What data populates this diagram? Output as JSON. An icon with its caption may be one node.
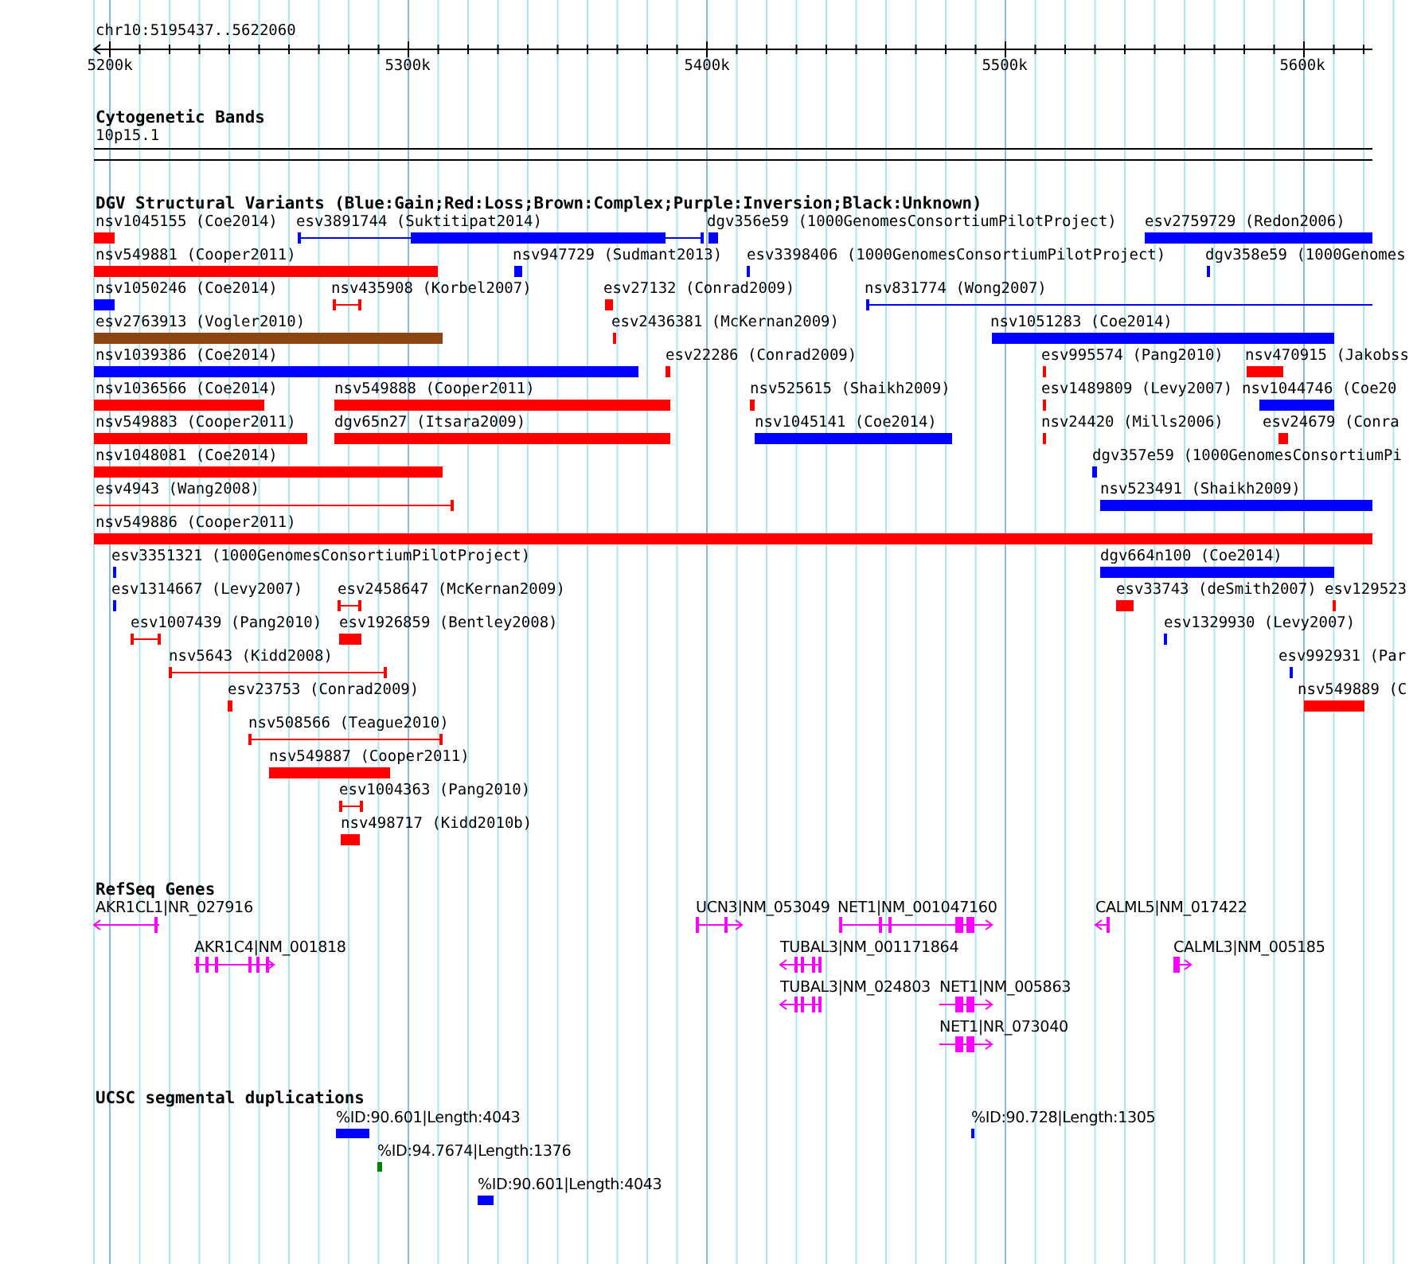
{
  "diagram": {
    "labels": [
      "chr10:5195437..5622060",
      "5200k",
      "5300k",
      "5400k",
      "5500k",
      "5600k",
      "Cytogenetic Bands",
      "10p15.1",
      "DGV Structural Variants (Blue:Gain;Red:Loss;Brown:Complex;Purple:Inversion;Black:Unknown)",
      "nsv1045155 (Coe2014)",
      "esv3891744 (Suktitipat2014)",
      "dgv356e59 (1000GenomesConsortiumPilotProject)",
      "esv2759729 (Redon2006)",
      "nsv549881 (Cooper2011)",
      "nsv947729 (Sudmant2013)",
      "esv3398406 (1000GenomesConsortiumPilotProject)",
      "dgv358e59 (1000Genomes",
      "nsv1050246 (Coe2014)",
      "nsv435908 (Korbel2007)",
      "esv27132 (Conrad2009)",
      "nsv831774 (Wong2007)",
      "esv2763913 (Vogler2010)",
      "esv2436381 (McKernan2009)",
      "nsv1051283 (Coe2014)",
      "nsv1039386 (Coe2014)",
      "esv22286 (Conrad2009)",
      "esv995574 (Pang2010)",
      "nsv470915 (Jakobss",
      "nsv1036566 (Coe2014)",
      "nsv549888 (Cooper2011)",
      "nsv525615 (Shaikh2009)",
      "esv1489809 (Levy2007)",
      "nsv1044746 (Coe20",
      "nsv549883 (Cooper2011)",
      "dgv65n27 (Itsara2009)",
      "nsv1045141 (Coe2014)",
      "nsv24420 (Mills2006)",
      "esv24679 (Conra",
      "nsv1048081 (Coe2014)",
      "dgv357e59 (1000GenomesConsortiumPi",
      "esv4943 (Wang2008)",
      "nsv523491 (Shaikh2009)",
      "nsv549886 (Cooper2011)",
      "esv3351321 (1000GenomesConsortiumPilotProject)",
      "dgv664n100 (Coe2014)",
      "esv1314667 (Levy2007)",
      "esv2458647 (McKernan2009)",
      "esv33743 (deSmith2007)",
      "esv129523",
      "esv1007439 (Pang2010)",
      "esv1926859 (Bentley2008)",
      "esv1329930 (Levy2007)",
      "nsv5643 (Kidd2008)",
      "esv992931 (Par",
      "esv23753 (Conrad2009)",
      "nsv549889 (C",
      "nsv508566 (Teague2010)",
      "nsv549887 (Cooper2011)",
      "esv1004363 (Pang2010)",
      "nsv498717 (Kidd2010b)",
      "RefSeq Genes",
      "AKR1CL1|NR_027916",
      "UCN3|NM_053049",
      "NET1|NM_001047160",
      "CALML5|NM_017422",
      "AKR1C4|NM_001818",
      "TUBAL3|NM_001171864",
      "CALML3|NM_005185",
      "TUBAL3|NM_024803",
      "NET1|NM_005863",
      "NET1|NR_073040",
      "UCSC segmental duplications",
      "%ID:90.601|Length:4043",
      "%ID:90.728|Length:1305",
      "%ID:94.7674|Length:1376",
      "%ID:90.601|Length:4043"
    ]
  }
}
